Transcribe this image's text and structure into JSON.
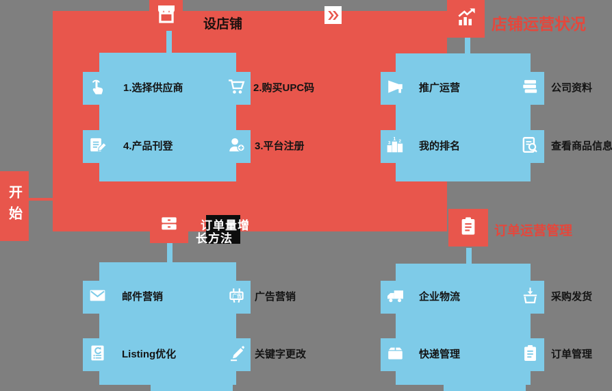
{
  "colors": {
    "background": "#7f7f7f",
    "red": "#e8564c",
    "blue": "#7ecbe8",
    "title_red_text": "#e4473c",
    "label_black": "#141414",
    "title_box_black": "#0d0d0d",
    "white": "#ffffff"
  },
  "start": {
    "label": "开始"
  },
  "connector_badge": {
    "icon": "double-chevron-right-icon"
  },
  "sections": [
    {
      "id": "store-setup",
      "title": "设店铺",
      "icon": "storefront-icon",
      "items": [
        {
          "label": "1.选择供应商",
          "icon": "hand-click-icon"
        },
        {
          "label": "2.购买UPC码",
          "icon": "shopping-cart-icon"
        },
        {
          "label": "4.产品刊登",
          "icon": "document-edit-icon"
        },
        {
          "label": "3.平台注册",
          "icon": "user-add-icon"
        }
      ]
    },
    {
      "id": "shop-operation-status",
      "title": "店铺运营状况",
      "icon": "chart-growth-icon",
      "items": [
        {
          "label": "推广运营",
          "icon": "megaphone-icon"
        },
        {
          "label": "公司资料",
          "icon": "books-icon"
        },
        {
          "label": "我的排名",
          "icon": "ranking-podium-icon"
        },
        {
          "label": "查看商品信息",
          "icon": "document-search-icon"
        }
      ]
    },
    {
      "id": "order-growth-methods",
      "title_line1": "订单量增",
      "title_line2": "长方法",
      "icon": "drawers-icon",
      "items": [
        {
          "label": "邮件营销",
          "icon": "envelope-icon"
        },
        {
          "label": "广告营销",
          "icon": "billboard-icon",
          "icon_text": "广告"
        },
        {
          "label": "Listing优化",
          "icon": "document-refresh-icon"
        },
        {
          "label": "关键字更改",
          "icon": "pen-icon"
        }
      ]
    },
    {
      "id": "order-operation-management",
      "title": "订单运营管理",
      "icon": "clipboard-icon",
      "items": [
        {
          "label": "企业物流",
          "icon": "truck-icon"
        },
        {
          "label": "采购发货",
          "icon": "basket-receive-icon"
        },
        {
          "label": "快递管理",
          "icon": "parcel-box-icon"
        },
        {
          "label": "订单管理",
          "icon": "clipboard-list-icon"
        }
      ]
    }
  ]
}
